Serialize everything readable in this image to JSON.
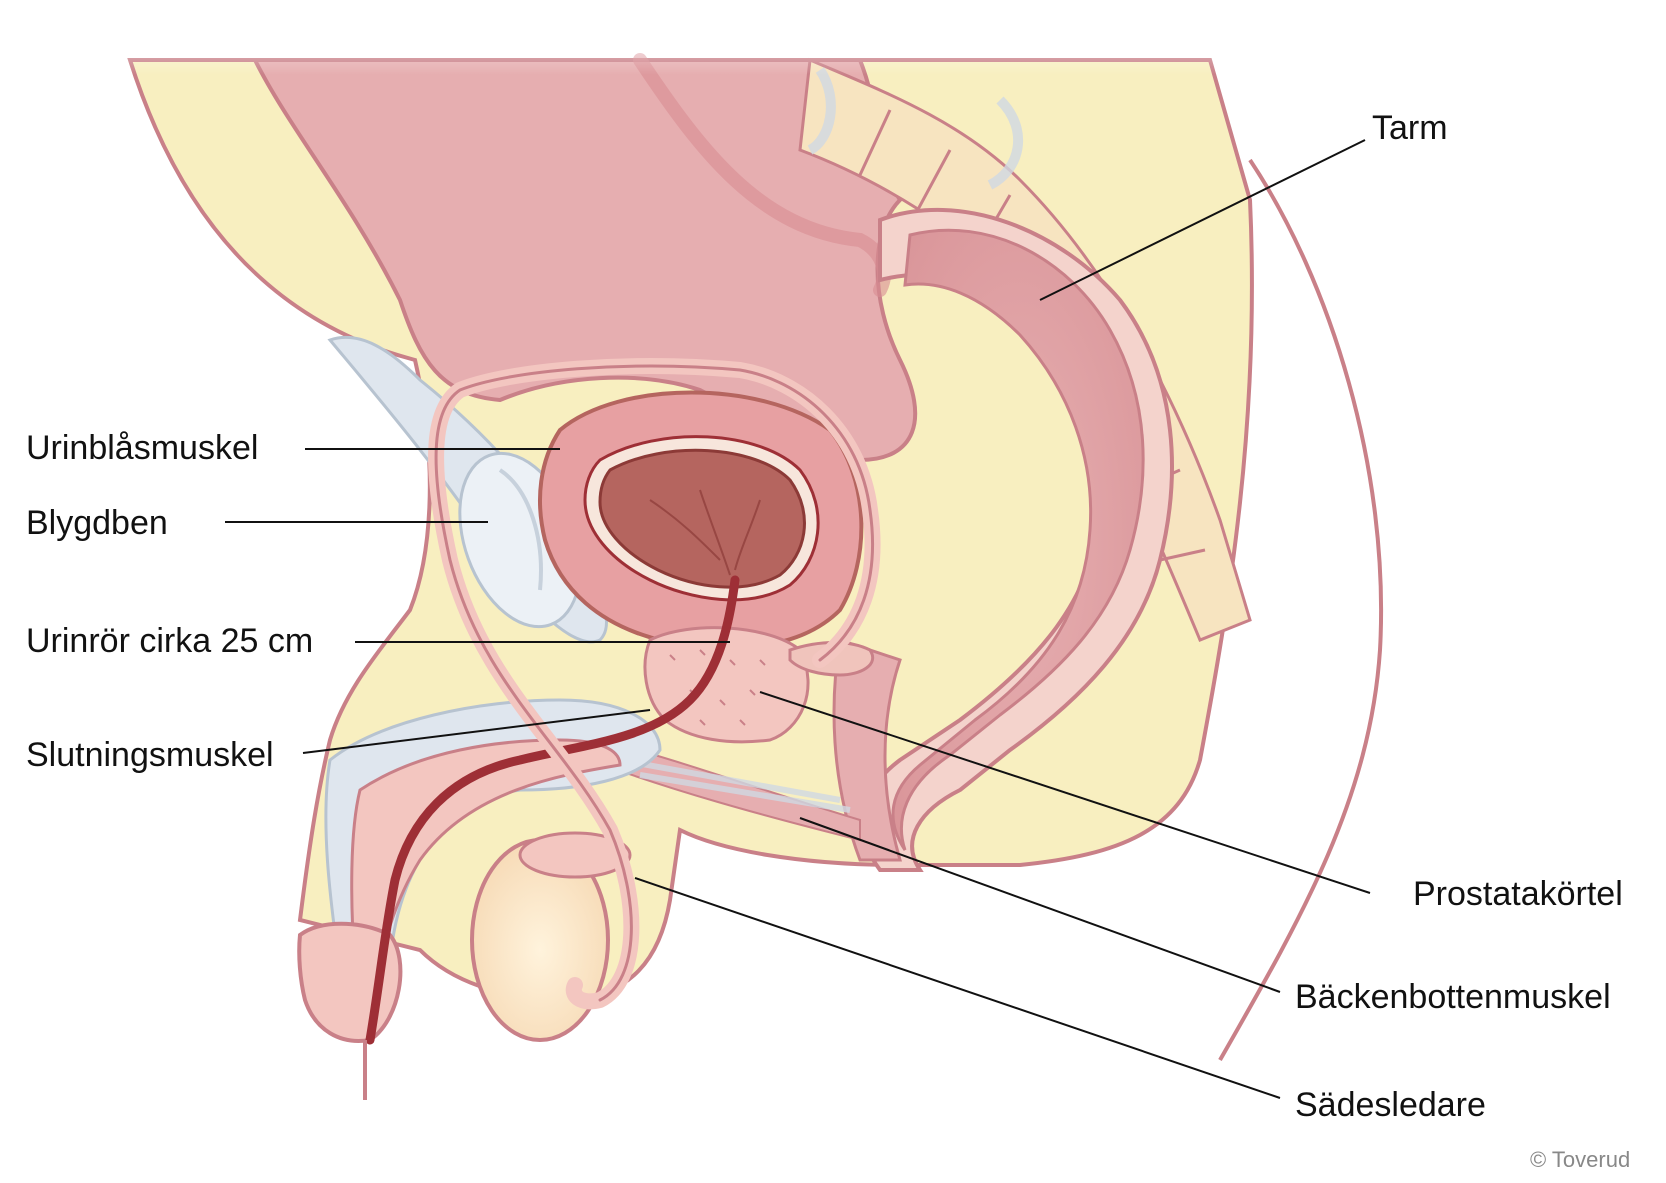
{
  "labels": {
    "tarm": "Tarm",
    "urinblasmuskel": "Urinblåsmuskel",
    "blygdben": "Blygdben",
    "urinror": "Urinrör cirka 25 cm",
    "slutningsmuskel": "Slutningsmuskel",
    "prostatakortel": "Prostatakörtel",
    "backenbottenmuskel": "Bäckenbottenmuskel",
    "sadesledare": "Sädesledare"
  },
  "copyright": "© Toverud",
  "colors": {
    "skin": "#f8efc0",
    "outline": "#c98088",
    "organ": "#e6aeb0",
    "organ_dark": "#d88c92",
    "bladder_wall": "#e7a0a2",
    "bladder_inner": "#b5655f",
    "urethra": "#9e2f36",
    "bone": "#dfe6ee",
    "vertebra": "#f7e4c0",
    "testis": "#fce8c9"
  }
}
